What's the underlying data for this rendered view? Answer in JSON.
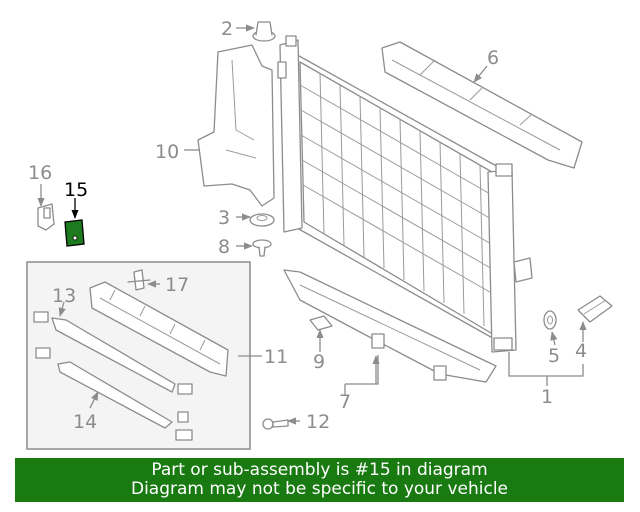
{
  "colors": {
    "banner_bg": "#1a7a12",
    "highlight_part": "#1e7a1e",
    "line_gray": "#8c8c8c",
    "inset_bg": "#f4f4f4"
  },
  "callouts": {
    "n1": "1",
    "n2": "2",
    "n3": "3",
    "n4": "4",
    "n5": "5",
    "n6": "6",
    "n7": "7",
    "n8": "8",
    "n9": "9",
    "n10": "10",
    "n11": "11",
    "n12": "12",
    "n13": "13",
    "n14": "14",
    "n15": "15",
    "n16": "16",
    "n17": "17"
  },
  "highlighted_part": "15",
  "banner": {
    "line1": "Part or sub-assembly is #15 in diagram",
    "line2": "Diagram may not be specific to your vehicle"
  }
}
